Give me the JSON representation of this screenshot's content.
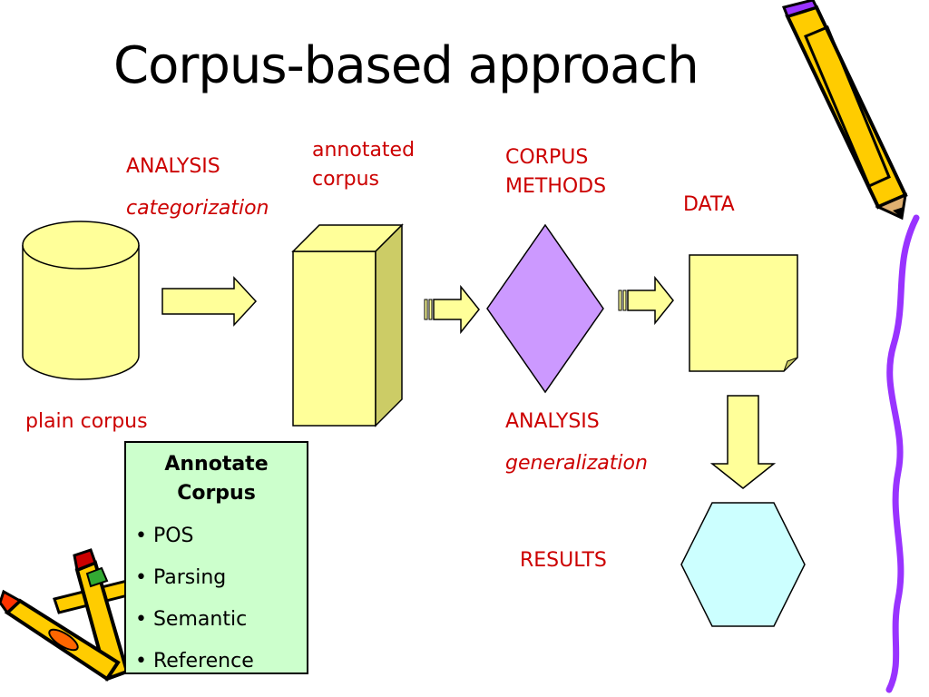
{
  "title": "Corpus-based approach",
  "labels": {
    "analysis_top": "ANALYSIS",
    "categorization": "categorization",
    "annotated_corpus_line1": "annotated",
    "annotated_corpus_line2": "corpus",
    "corpus_methods_line1": "CORPUS",
    "corpus_methods_line2": "METHODS",
    "data": "DATA",
    "plain_corpus": "plain corpus",
    "analysis_bottom": "ANALYSIS",
    "generalization": "generalization",
    "results": "RESULTS"
  },
  "annotate_box": {
    "title_line1": "Annotate",
    "title_line2": "Corpus",
    "items": [
      "• POS",
      "• Parsing",
      "• Semantic",
      "• Reference"
    ]
  },
  "colors": {
    "shape_fill": "#ffff99",
    "shape_side": "#cccc66",
    "diamond_fill": "#cc99ff",
    "hexagon_fill": "#ccffff",
    "label_red": "#cc0000",
    "box_fill": "#ccffcc",
    "pencil_yellow": "#ffcc00",
    "wave_purple": "#9933ff"
  }
}
